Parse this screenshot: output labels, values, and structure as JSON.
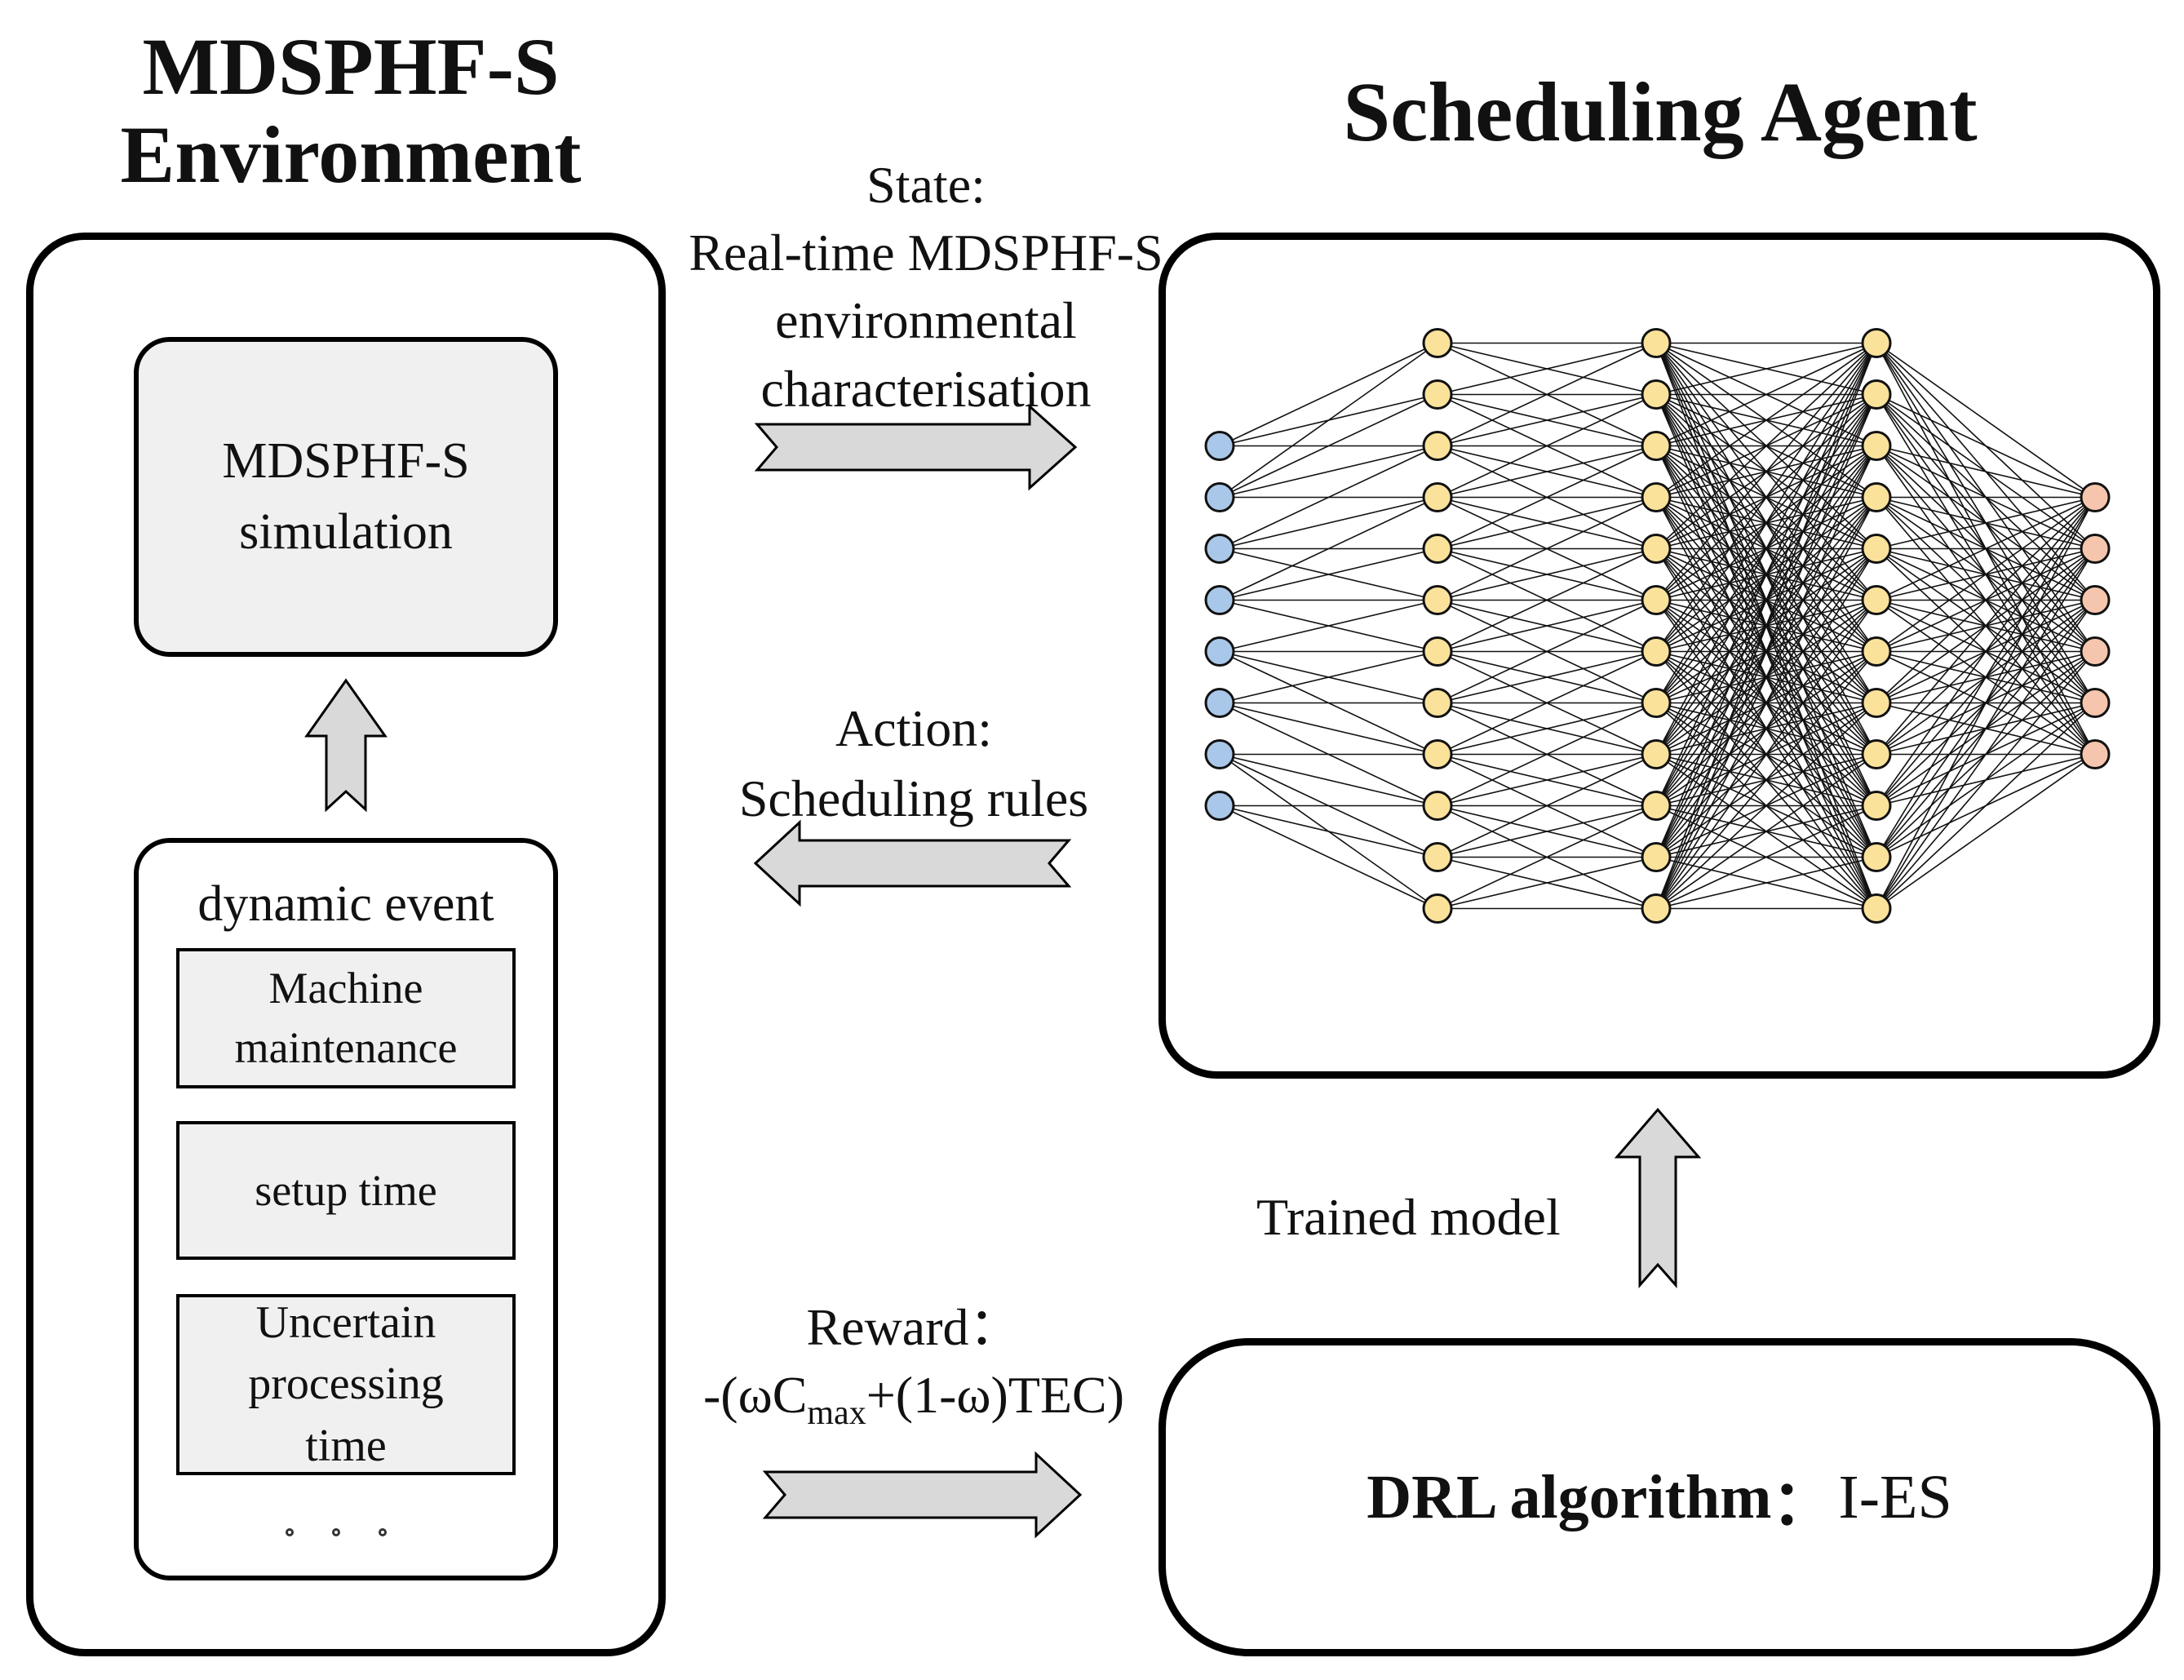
{
  "environment": {
    "title_line1": "MDSPHF-S",
    "title_line2": "Environment",
    "simulation_line1": "MDSPHF-S",
    "simulation_line2": "simulation",
    "dynamic_event_label": "dynamic event",
    "events": [
      {
        "line1": "Machine",
        "line2": "maintenance",
        "line3": ""
      },
      {
        "line1": "setup time",
        "line2": "",
        "line3": ""
      },
      {
        "line1": "Uncertain",
        "line2": "processing",
        "line3": "time"
      }
    ]
  },
  "agent": {
    "title": "Scheduling Agent",
    "network_layer_sizes": [
      8,
      12,
      12,
      12,
      6
    ],
    "colors": {
      "input_node": "#a9c7e8",
      "hidden_node": "#fbe29b",
      "output_node": "#f5c6ad",
      "arrow_fill": "#d9d9d9"
    }
  },
  "flows": {
    "state_line1": "State:",
    "state_line2": "Real-time MDSPHF-S",
    "state_line3": "environmental",
    "state_line4": "characterisation",
    "action_line1": "Action:",
    "action_line2": "Scheduling rules",
    "reward_line1": "Reward：",
    "reward_prefix": "-(ωC",
    "reward_sub": "max",
    "reward_suffix": "+(1-ω)TEC)",
    "trained_model": "Trained model"
  },
  "drl": {
    "label_bold": "DRL algorithm",
    "colon": "：",
    "algorithm": "I-ES"
  }
}
